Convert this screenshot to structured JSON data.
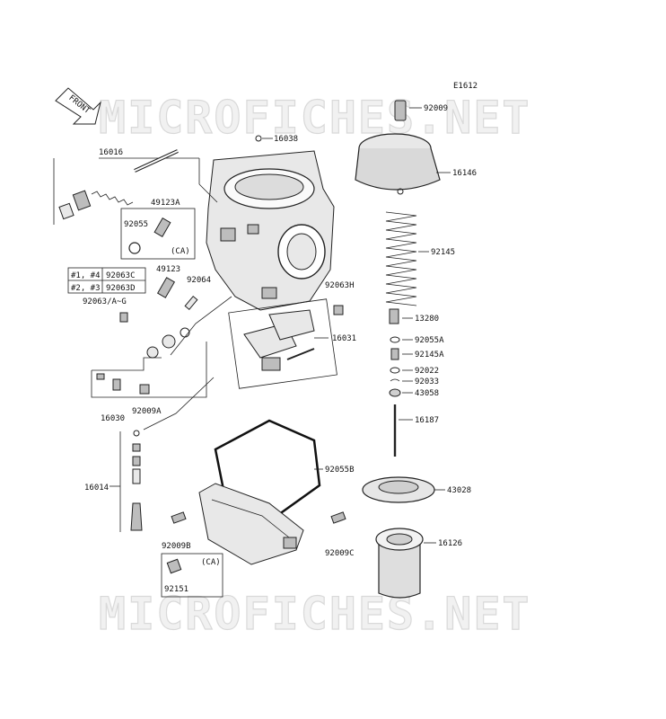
{
  "diagram_code": "E1612",
  "front_label": "FRONT",
  "watermark": "MICROFICHES.NET",
  "labels": {
    "p16016": "16016",
    "p16038": "16038",
    "p92009": "92009",
    "p16146": "16146",
    "p49123A": "49123A",
    "p92055": "92055",
    "ca1": "(CA)",
    "p92145": "92145",
    "p49123": "49123",
    "p92064": "92064",
    "p92063H": "92063H",
    "p13280": "13280",
    "p16031": "16031",
    "p92055A": "92055A",
    "p92145A": "92145A",
    "p92022": "92022",
    "p92033": "92033",
    "p43058": "43058",
    "p92063ag": "92063/A~G",
    "p16030": "16030",
    "p92009A": "92009A",
    "p16187": "16187",
    "p92055B": "92055B",
    "p16014": "16014",
    "p43028": "43028",
    "p92009B": "92009B",
    "p92009C": "92009C",
    "p16126": "16126",
    "ca2": "(CA)",
    "p92151": "92151"
  },
  "table": {
    "rows": [
      {
        "cyl": "#1, #4",
        "part": "92063C"
      },
      {
        "cyl": "#2, #3",
        "part": "92063D"
      }
    ]
  }
}
